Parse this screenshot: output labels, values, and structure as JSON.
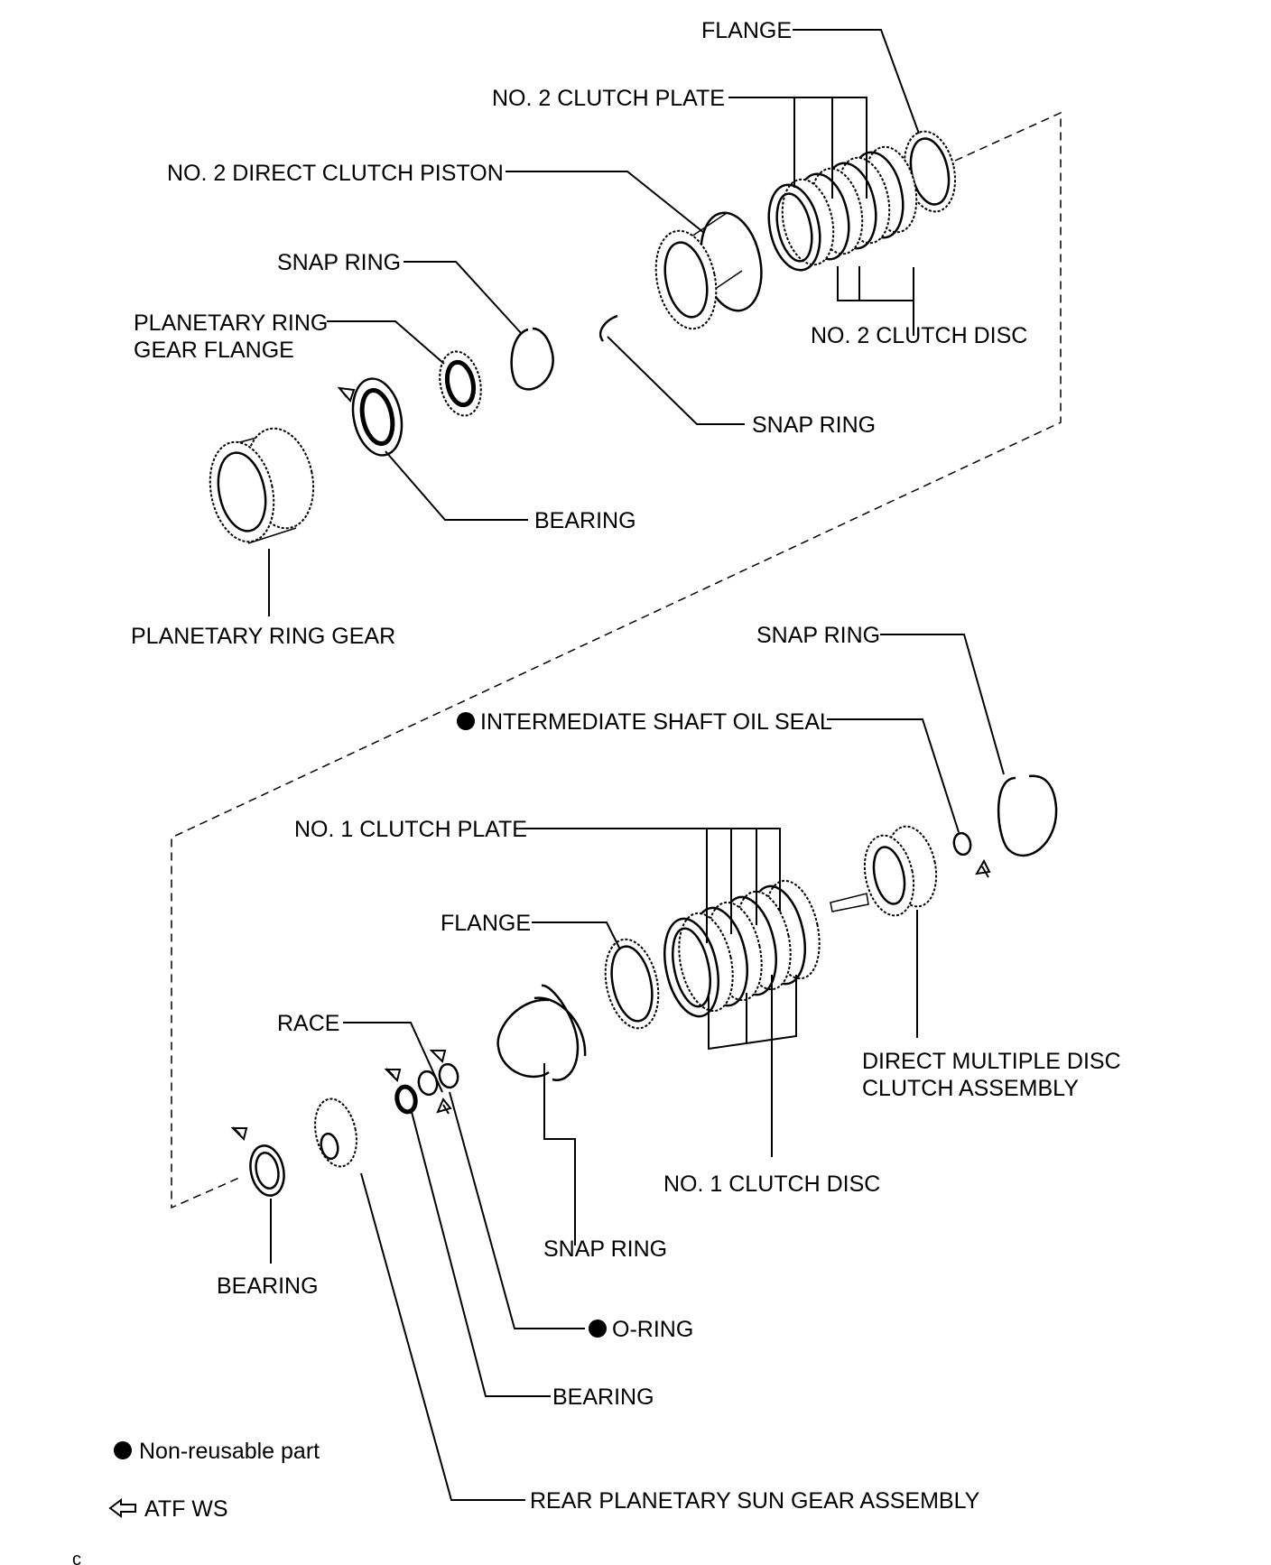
{
  "labels": {
    "flange_top": "FLANGE",
    "no2_clutch_plate": "NO. 2 CLUTCH PLATE",
    "no2_direct_clutch_piston": "NO. 2 DIRECT CLUTCH PISTON",
    "snap_ring_1": "SNAP RING",
    "planetary_ring_gear_flange_l1": "PLANETARY RING",
    "planetary_ring_gear_flange_l2": "GEAR FLANGE",
    "no2_clutch_disc": "NO. 2 CLUTCH DISC",
    "snap_ring_2": "SNAP RING",
    "bearing_top": "BEARING",
    "planetary_ring_gear": "PLANETARY RING GEAR",
    "snap_ring_3": "SNAP RING",
    "intermediate_shaft_oil_seal": "INTERMEDIATE SHAFT OIL SEAL",
    "no1_clutch_plate": "NO. 1 CLUTCH PLATE",
    "flange_lower": "FLANGE",
    "race": "RACE",
    "direct_multiple_disc_l1": "DIRECT MULTIPLE DISC",
    "direct_multiple_disc_l2": "CLUTCH ASSEMBLY",
    "no1_clutch_disc": "NO. 1 CLUTCH DISC",
    "snap_ring_4": "SNAP RING",
    "bearing_left": "BEARING",
    "o_ring": "O-RING",
    "bearing_bottom": "BEARING",
    "rear_planetary_sun_gear": "REAR PLANETARY SUN GEAR ASSEMBLY"
  },
  "legend": {
    "non_reusable": "Non-reusable part",
    "atf": "ATF WS"
  },
  "corner_code": "c",
  "colors": {
    "ink": "#000000",
    "background": "#ffffff"
  },
  "icons": {
    "non_reusable": "filled-circle-icon",
    "atf": "hollow-arrow-icon"
  }
}
